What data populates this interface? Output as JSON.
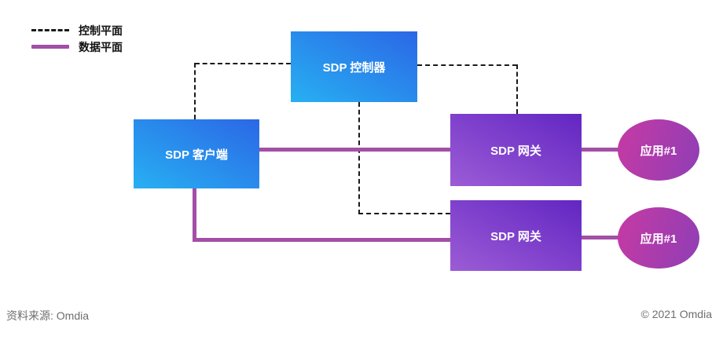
{
  "legend": {
    "control": {
      "label": "控制平面",
      "style": "dashed-black"
    },
    "data": {
      "label": "数据平面",
      "style": "solid-purple"
    }
  },
  "nodes": {
    "controller": {
      "label": "SDP 控制器",
      "shape": "rect",
      "fill": "blue-gradient"
    },
    "client": {
      "label": "SDP 客户端",
      "shape": "rect",
      "fill": "blue-gradient"
    },
    "gateway_top": {
      "label": "SDP 网关",
      "shape": "rect",
      "fill": "purple-gradient"
    },
    "gateway_bottom": {
      "label": "SDP 网关",
      "shape": "rect",
      "fill": "purple-gradient"
    },
    "app_top": {
      "label": "应用#1",
      "shape": "ellipse",
      "fill": "magenta-gradient"
    },
    "app_bottom": {
      "label": "应用#1",
      "shape": "ellipse",
      "fill": "magenta-gradient"
    }
  },
  "edges": [
    {
      "from": "controller",
      "to": "client",
      "plane": "控制平面"
    },
    {
      "from": "controller",
      "to": "gateway_top",
      "plane": "控制平面"
    },
    {
      "from": "controller",
      "to": "gateway_bottom",
      "plane": "控制平面"
    },
    {
      "from": "client",
      "to": "gateway_top",
      "plane": "数据平面"
    },
    {
      "from": "client",
      "to": "gateway_bottom",
      "plane": "数据平面"
    },
    {
      "from": "gateway_top",
      "to": "app_top",
      "plane": "数据平面"
    },
    {
      "from": "gateway_bottom",
      "to": "app_bottom",
      "plane": "数据平面"
    }
  ],
  "footer": {
    "source": "资料来源: Omdia",
    "copyright": "© 2021 Omdia"
  },
  "colors": {
    "line_control": "#1a1a1a",
    "line_data": "#a24fa6",
    "box_blue_from": "#27b0f2",
    "box_blue_to": "#2b67e6",
    "box_purple_from": "#9c5cd6",
    "box_purple_to": "#6226c2",
    "ellipse_from": "#c63aa4",
    "ellipse_to": "#8f3eb5",
    "legend_text": "#111111",
    "footer_gray": "#6e6e6e",
    "text_white": "#ffffff"
  }
}
